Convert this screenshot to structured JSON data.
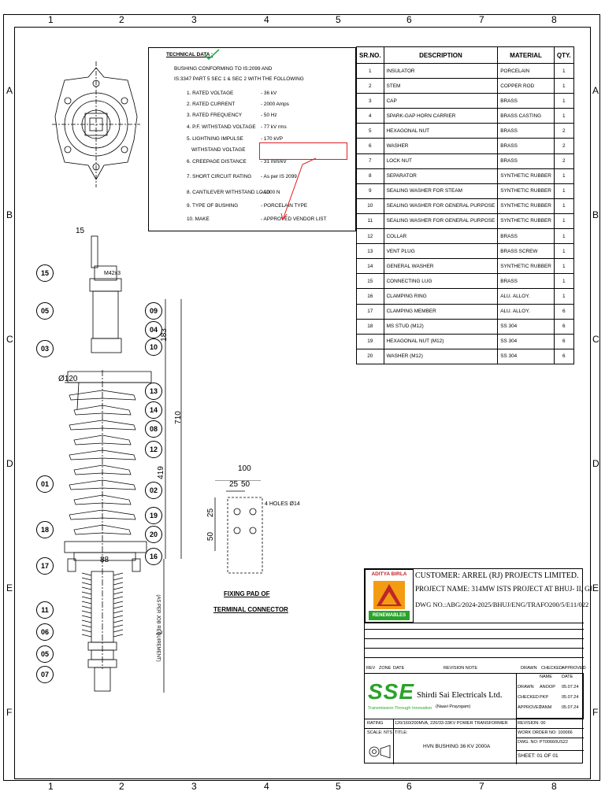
{
  "zones_top": [
    "1",
    "2",
    "3",
    "4",
    "5",
    "6",
    "7",
    "8"
  ],
  "zones_side": [
    "A",
    "B",
    "C",
    "D",
    "E",
    "F"
  ],
  "technical_data": {
    "heading": "TECHNICAL DATA :",
    "intro1": "BUSHING CONFORMING TO IS:2099 AND",
    "intro2": "IS:3347 PART 5 SEC 1 & SEC 2 WITH THE FOLLOWING",
    "rows": [
      {
        "label": "1. RATED VOLTAGE",
        "value": "- 36 kV"
      },
      {
        "label": "2. RATED CURRENT",
        "value": "- 2000 Amps"
      },
      {
        "label": "3. RATED FREQUENCY",
        "value": "- 50 Hz"
      },
      {
        "label": "4. P.F. WITHSTAND VOLTAGE",
        "value": "- 77 kV rms"
      },
      {
        "label": "5. LIGHTNING IMPULSE",
        "value": "- 170 kVP"
      },
      {
        "label": "WITHSTAND VOLTAGE",
        "value": ""
      },
      {
        "label": "6. CREEPAGE DISTANCE",
        "value": "- 31 mm/kV"
      },
      {
        "label": "7. SHORT CIRCUIT RATING",
        "value": "- As per IS 2099"
      },
      {
        "label": "8. CANTILEVER WITHSTAND LOAD",
        "value": "- 1000 N"
      },
      {
        "label": "9. TYPE OF BUSHING",
        "value": "- PORCELAIN TYPE"
      },
      {
        "label": "10. MAKE",
        "value": "- APPROVED VENDOR LIST"
      }
    ]
  },
  "parts_table": {
    "headers": [
      "SR.NO.",
      "DESCRIPTION",
      "MATERIAL",
      "QTY."
    ],
    "rows": [
      [
        "1",
        "INSULATOR",
        "PORCELAIN",
        "1"
      ],
      [
        "2",
        "STEM",
        "COPPER ROD",
        "1"
      ],
      [
        "3",
        "CAP",
        "BRASS",
        "1"
      ],
      [
        "4",
        "SPARK-GAP HORN CARRIER",
        "BRASS CASTING",
        "1"
      ],
      [
        "5",
        "HEXAGONAL NUT",
        "BRASS",
        "2"
      ],
      [
        "6",
        "WASHER",
        "BRASS",
        "2"
      ],
      [
        "7",
        "LOCK NUT",
        "BRASS",
        "2"
      ],
      [
        "8",
        "SEPARATOR",
        "SYNTHETIC RUBBER",
        "1"
      ],
      [
        "9",
        "SEALING WASHER FOR STEAM",
        "SYNTHETIC RUBBER",
        "1"
      ],
      [
        "10",
        "SEALING WASHER FOR GENERAL PURPOSE",
        "SYNTHETIC RUBBER",
        "1"
      ],
      [
        "11",
        "SEALING WASHER FOR GENERAL PURPOSE",
        "SYNTHETIC RUBBER",
        "1"
      ],
      [
        "12",
        "COLLAR",
        "BRASS",
        "1"
      ],
      [
        "13",
        "VENT PLUG",
        "BRASS SCREW",
        "1"
      ],
      [
        "14",
        "GENERAL WASHER",
        "SYNTHETIC RUBBER",
        "1"
      ],
      [
        "15",
        "CONNECTING LUG",
        "BRASS",
        "1"
      ],
      [
        "16",
        "CLAMPING RING",
        "ALU. ALLOY.",
        "1"
      ],
      [
        "17",
        "CLAMPING MEMBER",
        "ALU. ALLOY.",
        "6"
      ],
      [
        "18",
        "MS STUD (M12)",
        "SS 304",
        "6"
      ],
      [
        "19",
        "HEXAGONAL NUT (M12)",
        "SS 304",
        "6"
      ],
      [
        "20",
        "WASHER (M12)",
        "SS 304",
        "6"
      ]
    ]
  },
  "bushing_dims": {
    "top_width": "15",
    "thread": "M42x3",
    "dia": "Ø120",
    "h183": "183",
    "h710": "710",
    "h419": "419",
    "d88": "88",
    "L": "L",
    "L_note": "(AS PER JOB REQUIREMENT)"
  },
  "callouts_left": [
    "15",
    "05",
    "03",
    "01",
    "18",
    "17",
    "11",
    "06",
    "05",
    "07"
  ],
  "callouts_right": [
    "09",
    "04",
    "10",
    "13",
    "14",
    "08",
    "12",
    "02",
    "19",
    "20",
    "16"
  ],
  "fixing_pad": {
    "w100": "100",
    "w25": "25",
    "w50": "50",
    "h25": "25",
    "h50": "50",
    "holes": "4 HOLES Ø14",
    "caption1": "FIXING PAD OF",
    "caption2": "TERMINAL CONNECTOR"
  },
  "title_block": {
    "logo_top": "ADITYA BIRLA",
    "logo_bottom": "RENEWABLES",
    "customer": "CUSTOMER:  ARREL (RJ) PROJECTS LIMITED.",
    "project": "PROJECT NAME: 314MW ISTS PROJECT AT BHUJ- II, GJ.",
    "dwg": "DWG NO.:ABG/2024-2025/BHUJ/ENG/TRAFO200/5/E11/022",
    "rev_headers": [
      "REV",
      "ZONE",
      "DATE",
      "REVISION NOTE",
      "DRAWN",
      "CHECKED",
      "APPROVED"
    ],
    "name_label": "NAME",
    "date_label": "DATE",
    "drawn_label": "DRAWN",
    "drawn_name": "ANOOP",
    "drawn_date": "05.07.24",
    "checked_label": "CHECKED",
    "checked_name": "PKP",
    "checked_date": "05.07.24",
    "approved_label": "APPROVED",
    "approved_name": "TANM",
    "approved_date": "05.07.24",
    "company": "Shirdi Sai Electricals Ltd.",
    "company_sub": "(Naavi Prayogam)",
    "sse": "SSE",
    "tagline": "Transmission Through Innovation",
    "rating_label": "RATING",
    "rating": "120/160/200MVA, 220/33-33KV POWER TRANSFORMER",
    "revision": "REVISION: 00",
    "scale_label": "SCALE: NTS",
    "title_label": "TITLE:",
    "title": "HVN BUSHING 36 KV 2000A",
    "work_order": "WORK ORDER NO: 100066",
    "dwg_no": "DWG. NO: PT00660US22",
    "sheet": "SHEET: 01 OF 01"
  },
  "colors": {
    "red": "#e02020",
    "green": "#22b14c",
    "tick": "#22b14c",
    "sse_green": "#2aa32a"
  }
}
